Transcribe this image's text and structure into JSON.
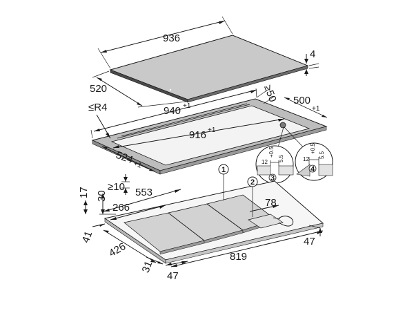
{
  "colors": {
    "line": "#1a1a1a",
    "glass_top": "#c9c9c9",
    "glass_dark": "#4a4a4a",
    "frame": "#bdbdbd",
    "frame_light": "#ececec",
    "tray": "#f3f3f3",
    "zone": "#d2d2d2"
  },
  "diagram": {
    "top_panel": {
      "width": "936",
      "depth": "520",
      "thickness": "4"
    },
    "cutout_frame": {
      "outer_width": "940",
      "outer_width_tol": "+1",
      "inner_width": "916",
      "inner_width_tol": "+1",
      "depth": "524",
      "depth_tol": "+1",
      "depth_right": "500",
      "depth_right_tol": "+1",
      "corner_radius": "≤R4",
      "edge_distance": "≥50"
    },
    "details": {
      "detail_3": {
        "num": "3",
        "width": "12",
        "tol": "+0.5",
        "height": "5.5"
      },
      "detail_4": {
        "num": "4",
        "width": "12",
        "tol": "+0.5",
        "height": "5.5"
      }
    },
    "under_unit": {
      "clearance": "≥10",
      "left_height": "17",
      "height": "30",
      "width_a": "553",
      "width_b": "266",
      "right_offset": "78",
      "left_margin": "41",
      "depth": "426",
      "front_offset": "31",
      "front_margin": "47",
      "length": "819",
      "right_margin": "47"
    },
    "callouts": {
      "c1": "1",
      "c2": "2"
    }
  }
}
